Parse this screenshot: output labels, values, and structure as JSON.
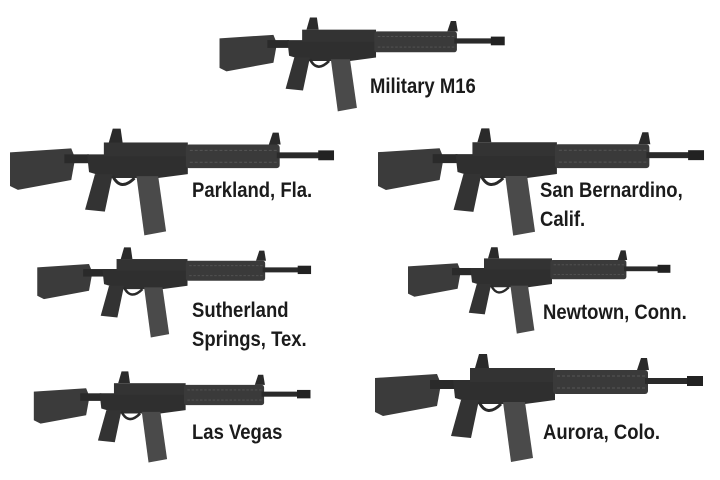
{
  "colors": {
    "background": "#ffffff",
    "text": "#1b1b1b",
    "rifle": "#3b3b3b",
    "rifle_dark": "#222222"
  },
  "rifles": [
    {
      "id": "m16",
      "label_lines": [
        "Military M16"
      ]
    },
    {
      "id": "parkland",
      "label_lines": [
        "Parkland, Fla."
      ]
    },
    {
      "id": "san-bernardino",
      "label_lines": [
        "San Bernardino,",
        "Calif."
      ]
    },
    {
      "id": "sutherland-springs",
      "label_lines": [
        "Sutherland",
        "Springs, Tex."
      ]
    },
    {
      "id": "newtown",
      "label_lines": [
        "Newtown, Conn."
      ]
    },
    {
      "id": "las-vegas",
      "label_lines": [
        "Las Vegas"
      ]
    },
    {
      "id": "aurora",
      "label_lines": [
        "Aurora, Colo."
      ]
    }
  ]
}
